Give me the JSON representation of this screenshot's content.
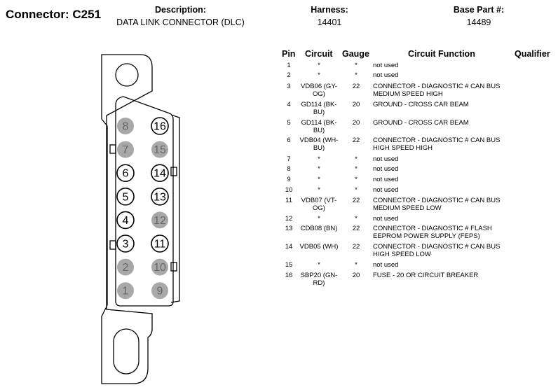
{
  "connector": "Connector: C251",
  "description": {
    "label": "Description:",
    "value": "DATA LINK CONNECTOR (DLC)"
  },
  "harness": {
    "label": "Harness:",
    "value": "14401"
  },
  "base_part": {
    "label": "Base Part #:",
    "value": "14489"
  },
  "columns": {
    "pin": "Pin",
    "circuit": "Circuit",
    "gauge": "Gauge",
    "function": "Circuit Function",
    "qualifier": "Qualifier"
  },
  "rows": [
    {
      "pin": "1",
      "circuit": "*",
      "gauge": "*",
      "function": "not used"
    },
    {
      "pin": "2",
      "circuit": "*",
      "gauge": "*",
      "function": "not used"
    },
    {
      "pin": "3",
      "circuit": "VDB06 (GY-OG)",
      "gauge": "22",
      "function": "CONNECTOR - DIAGNOSTIC # CAN BUS MEDIUM SPEED HIGH"
    },
    {
      "pin": "4",
      "circuit": "GD114 (BK-BU)",
      "gauge": "20",
      "function": "GROUND - CROSS CAR BEAM"
    },
    {
      "pin": "5",
      "circuit": "GD114 (BK-BU)",
      "gauge": "20",
      "function": "GROUND - CROSS CAR BEAM"
    },
    {
      "pin": "6",
      "circuit": "VDB04 (WH-BU)",
      "gauge": "22",
      "function": "CONNECTOR - DIAGNOSTIC # CAN BUS HIGH SPEED HIGH"
    },
    {
      "pin": "7",
      "circuit": "*",
      "gauge": "*",
      "function": "not used"
    },
    {
      "pin": "8",
      "circuit": "*",
      "gauge": "*",
      "function": "not used"
    },
    {
      "pin": "9",
      "circuit": "*",
      "gauge": "*",
      "function": "not used"
    },
    {
      "pin": "10",
      "circuit": "*",
      "gauge": "*",
      "function": "not used"
    },
    {
      "pin": "11",
      "circuit": "VDB07 (VT-OG)",
      "gauge": "22",
      "function": "CONNECTOR - DIAGNOSTIC # CAN BUS MEDIUM SPEED LOW"
    },
    {
      "pin": "12",
      "circuit": "*",
      "gauge": "*",
      "function": "not used"
    },
    {
      "pin": "13",
      "circuit": "CDB08 (BN)",
      "gauge": "22",
      "function": "CONNECTOR - DIAGNOSTIC # FLASH EEPROM POWER SUPPLY (FEPS)"
    },
    {
      "pin": "14",
      "circuit": "VDB05 (WH)",
      "gauge": "22",
      "function": "CONNECTOR - DIAGNOSTIC # CAN BUS HIGH SPEED LOW"
    },
    {
      "pin": "15",
      "circuit": "*",
      "gauge": "*",
      "function": "not used"
    },
    {
      "pin": "16",
      "circuit": "SBP20 (GN-RD)",
      "gauge": "20",
      "function": "FUSE - 20 OR CIRCUIT BREAKER"
    }
  ],
  "diagram": {
    "left_column": [
      {
        "label": "8",
        "used": false
      },
      {
        "label": "7",
        "used": false
      },
      {
        "label": "6",
        "used": true
      },
      {
        "label": "5",
        "used": true
      },
      {
        "label": "4",
        "used": true
      },
      {
        "label": "3",
        "used": true
      },
      {
        "label": "2",
        "used": false
      },
      {
        "label": "1",
        "used": false
      }
    ],
    "right_column": [
      {
        "label": "16",
        "used": true
      },
      {
        "label": "15",
        "used": false
      },
      {
        "label": "14",
        "used": true
      },
      {
        "label": "13",
        "used": true
      },
      {
        "label": "12",
        "used": false
      },
      {
        "label": "11",
        "used": true
      },
      {
        "label": "10",
        "used": false
      },
      {
        "label": "9",
        "used": false
      }
    ],
    "colors": {
      "used_fill": "#ffffff",
      "unused_fill": "#a8a8a8",
      "stroke": "#000000"
    }
  }
}
